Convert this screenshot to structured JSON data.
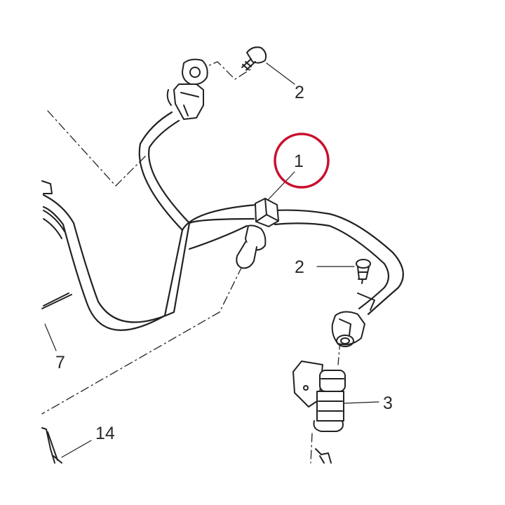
{
  "diagram": {
    "highlight_color": "#c8102e",
    "line_color": "#222222",
    "callouts": {
      "c1": "1",
      "c2a": "2",
      "c2b": "2",
      "c3": "3",
      "c7": "7",
      "c14": "14"
    }
  }
}
